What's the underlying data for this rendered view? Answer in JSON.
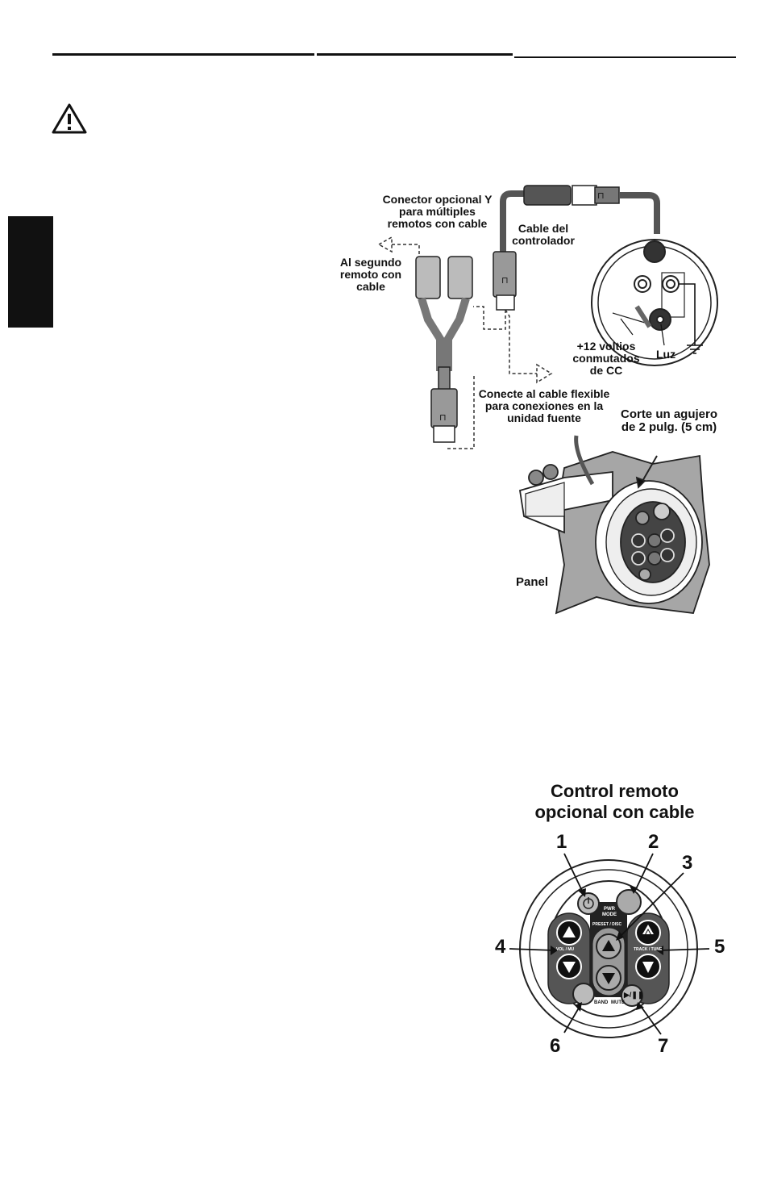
{
  "diagram": {
    "labels": {
      "y_connector": "Conector opcional Y para múltiples remotos con cable",
      "second_remote": "Al segundo remoto con cable",
      "controller_cable": "Cable del controlador",
      "switched_power": "+12 voltios conmutados de CC",
      "light": "Luz",
      "connect_flex": "Conecte al cable flexible para conexiones en la unidad fuente",
      "cut_hole": "Corte un agujero de 2 pulg. (5 cm)",
      "panel": "Panel"
    },
    "connector_marks": [
      "⊓",
      "⊓",
      "⊓"
    ]
  },
  "remote": {
    "title": "Control remoto opcional con cable",
    "callouts": [
      "1",
      "2",
      "3",
      "4",
      "5",
      "6",
      "7"
    ],
    "button_text": {
      "pwr_mode": "PWR MODE",
      "preset_disc": "PRESET / DISC",
      "vol": "VOL / MU",
      "track": "TRACK / TUNE",
      "band": "BAND",
      "mute": "MUTE",
      "play_pause": "▶/❚❚"
    }
  }
}
